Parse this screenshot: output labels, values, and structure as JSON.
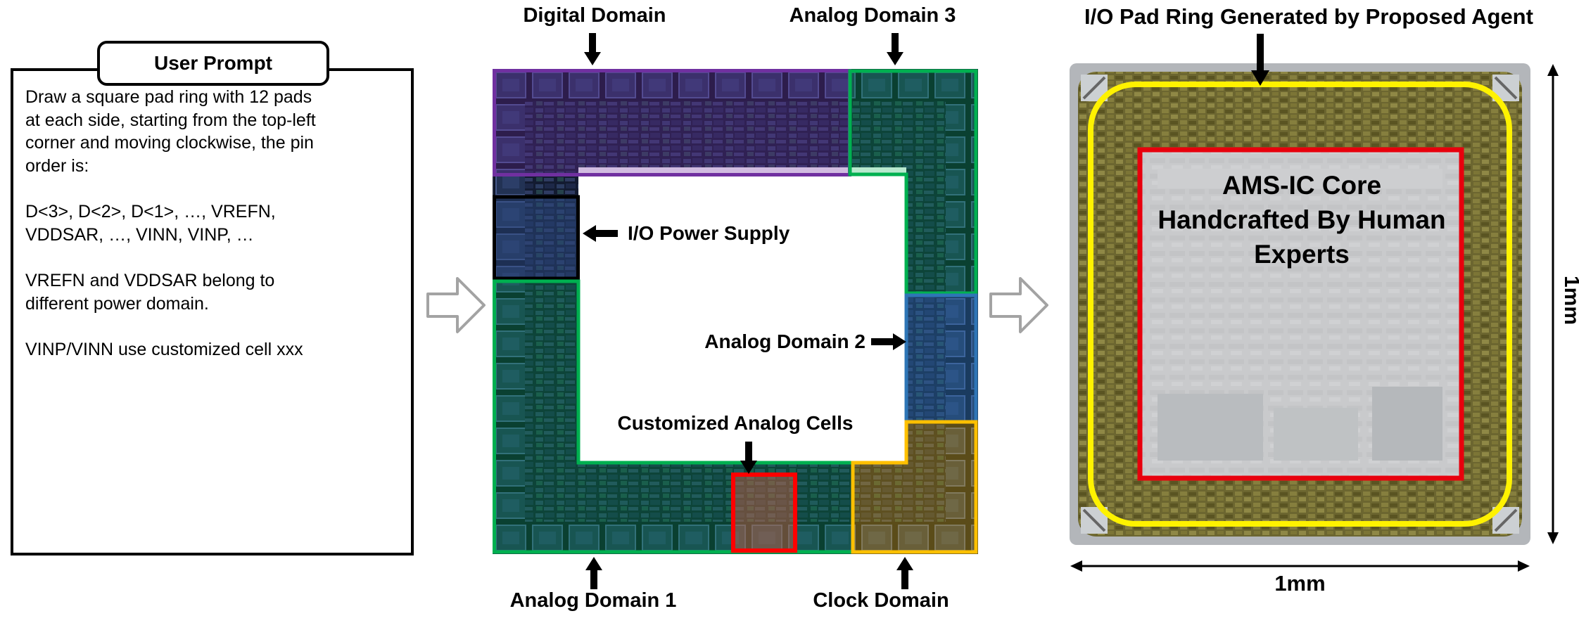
{
  "user_prompt": {
    "title": "User Prompt",
    "paragraphs": [
      "Draw a square pad ring with 12 pads at each side, starting from the top-left corner and moving clockwise, the pin order is:",
      "D<3>, D<2>, D<1>, …, VREFN, VDDSAR, …, VINN, VINP, …",
      "VREFN and VDDSAR belong to different power domain.",
      "VINP/VINN use customized cell xxx"
    ]
  },
  "pad_ring_layout": {
    "regions": [
      {
        "id": "digital-domain",
        "label": "Digital Domain",
        "color": "#7030A0"
      },
      {
        "id": "analog-domain-3",
        "label": "Analog Domain 3",
        "color": "#00B050"
      },
      {
        "id": "io-power-supply",
        "label": "I/O Power Supply",
        "color": "#000000"
      },
      {
        "id": "analog-domain-2",
        "label": "Analog Domain 2",
        "color": "#2E75B6"
      },
      {
        "id": "customized-analog-cells",
        "label": "Customized Analog Cells",
        "color": "#FF0000"
      },
      {
        "id": "analog-domain-1",
        "label": "Analog Domain 1",
        "color": "#00B050"
      },
      {
        "id": "clock-domain",
        "label": "Clock Domain",
        "color": "#FFC000"
      }
    ]
  },
  "die_photo": {
    "title": "I/O Pad Ring Generated by Proposed Agent",
    "core_label": "AMS-IC Core Handcrafted By Human Experts",
    "pad_ring_color": "#FFF200",
    "core_outline_color": "#E8000D",
    "width_label": "1mm",
    "height_label": "1mm"
  }
}
